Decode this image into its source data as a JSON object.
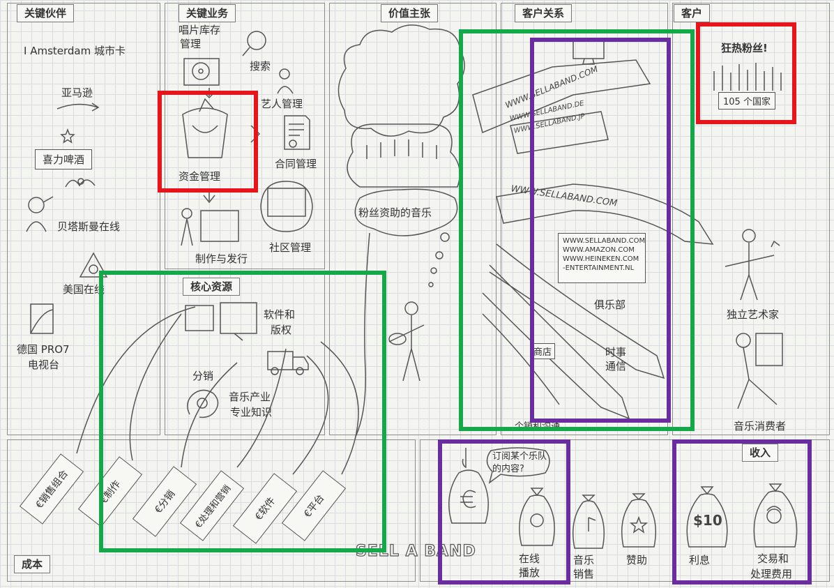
{
  "sections": {
    "key_partners": "关键伙伴",
    "key_activities": "关键业务",
    "value_propositions": "价值主张",
    "customer_relationships": "客户关系",
    "customer_segments": "客户",
    "key_resources": "核心资源",
    "costs": "成本",
    "revenue": "收入"
  },
  "partners": {
    "amsterdam": "I Amsterdam 城市卡",
    "amazon": "亚马逊",
    "heineken": "喜力啤酒",
    "beatsteaks": "贝塔斯曼在线",
    "us_online": "美国在线",
    "pro7": "德国 PRO7",
    "pro7_sub": "电视台"
  },
  "activities": {
    "inventory_1": "唱片库存",
    "inventory_2": "管理",
    "search": "搜索",
    "artist_mgmt": "艺人管理",
    "fund_mgmt": "资金管理",
    "contract_mgmt": "合同管理",
    "production": "制作与发行",
    "community_mgmt": "社区管理"
  },
  "value": {
    "fan_funded": "粉丝资助的音乐"
  },
  "resources": {
    "software_1": "软件和",
    "software_2": "版权",
    "distribution": "分销",
    "expertise_1": "音乐产业",
    "expertise_2": "专业知识"
  },
  "relationships": {
    "url_com": "WWW.SELLABAND.COM",
    "url_de": "WWW.SELLABAND.DE",
    "url_jp": "WWW.SELLABAND.JP",
    "url_main": "WWW.SELLABAND.COM",
    "screen_1": "WWW.SELLABAND.COM",
    "screen_2": "WWW.AMAZON.COM",
    "screen_3": "WWW.HEINEKEN.COM",
    "screen_4": "-ENTERTAINMENT.NL",
    "club": "俱乐部",
    "store": "商店",
    "news_1": "时事",
    "news_2": "通信",
    "bottom_partial": "个销和沟通"
  },
  "customers": {
    "fans": "狂热粉丝!",
    "countries": "105 个国家",
    "indie": "独立艺术家",
    "consumers": "音乐消费者"
  },
  "cost_tags": [
    "€销售组合",
    "€制作",
    "€分销",
    "€处理和营销",
    "€软件",
    "€平台"
  ],
  "revenue": {
    "speech": "订阅某个乐队的内容?",
    "streaming_1": "在线",
    "streaming_2": "播放",
    "sales_1": "音乐",
    "sales_2": "销售",
    "sponsor": "赞助",
    "interest": "利息",
    "fees_1": "交易和",
    "fees_2": "处理费用",
    "bag_price": "$10"
  },
  "logo": "SELL A BAND",
  "colors": {
    "red": "#e8141c",
    "green": "#14a84b",
    "purple": "#6a2da0"
  }
}
